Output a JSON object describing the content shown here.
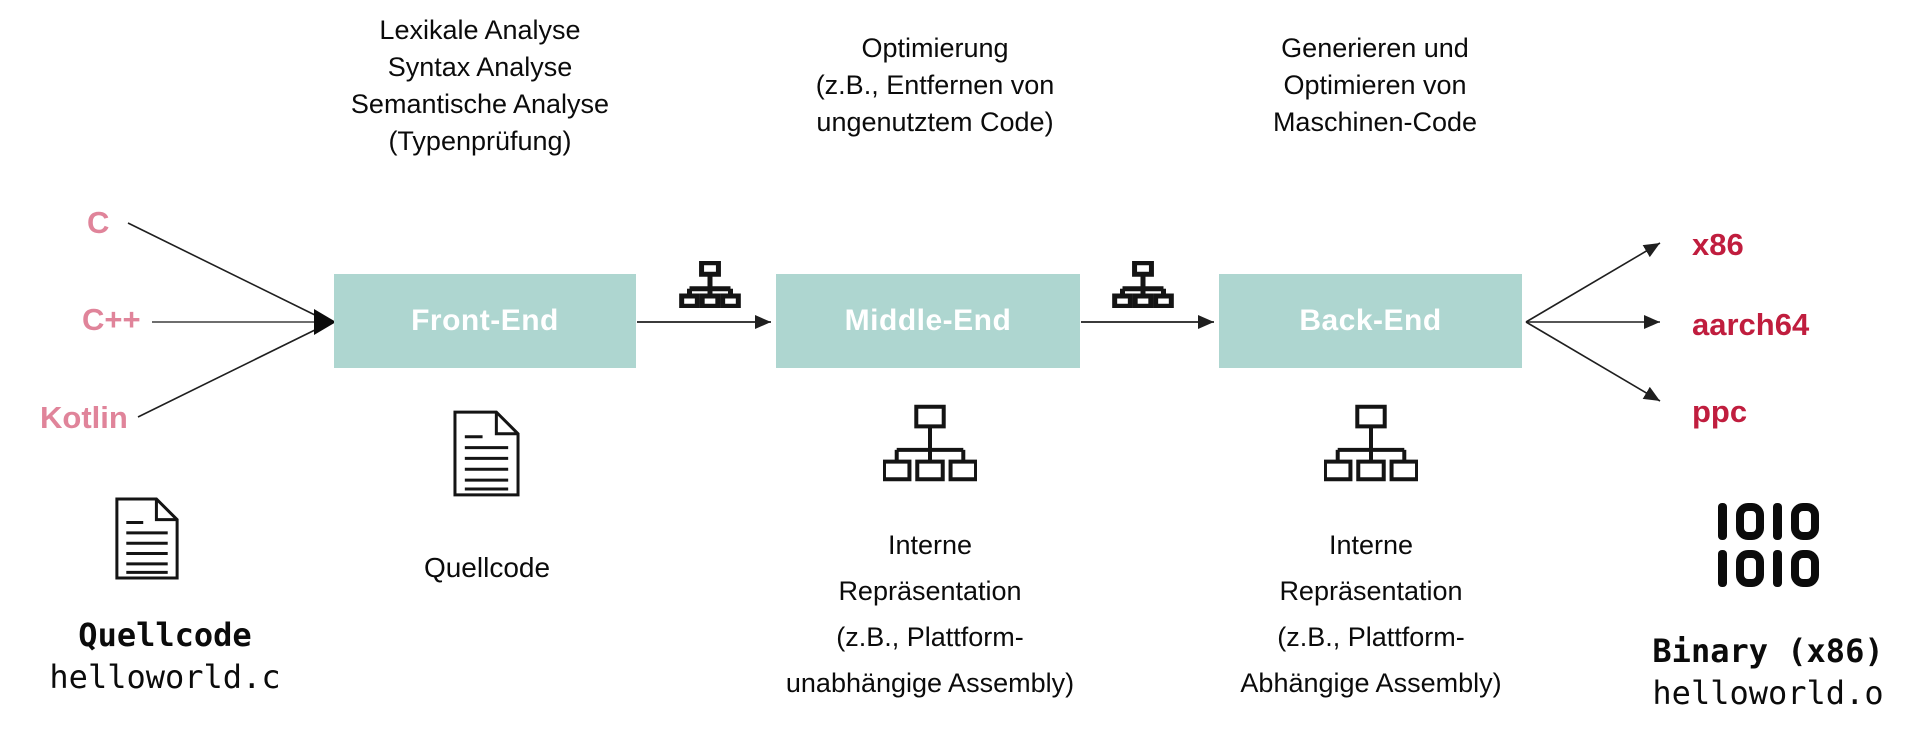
{
  "colors": {
    "stage_box": "#aed6d0",
    "language_pink": "#e0849a",
    "target_red": "#c01d3e",
    "line_black": "#1f1f1f"
  },
  "stages": {
    "front": {
      "label": "Front-End",
      "header": "Lexikale Analyse\nSyntax Analyse\nSemantische Analyse\n(Typenprüfung)",
      "artifact_caption": "Quellcode"
    },
    "middle": {
      "label": "Middle-End",
      "header": "Optimierung\n(z.B., Entfernen von\nungenutztem Code)",
      "artifact_caption": "Interne\nRepräsentation\n(z.B., Plattform-\nunabhängige Assembly)"
    },
    "back": {
      "label": "Back-End",
      "header": "Generieren und\nOptimieren von\nMaschinen-Code",
      "artifact_caption": "Interne\nRepräsentation\n(z.B., Plattform-\nAbhängige Assembly)"
    }
  },
  "inputs": {
    "languages": [
      "C",
      "C++",
      "Kotlin"
    ]
  },
  "outputs": {
    "targets": [
      "x86",
      "aarch64",
      "ppc"
    ]
  },
  "source_file": {
    "title": "Quellcode",
    "filename": "helloworld.c"
  },
  "binary_file": {
    "bits_line1": "1010",
    "bits_line2": "1010",
    "title": "Binary (x86)",
    "filename": "helloworld.o"
  },
  "icons": {
    "document": "document-icon",
    "syntax_tree": "syntax-tree-icon",
    "binary_bits": "binary-bits-icon"
  }
}
